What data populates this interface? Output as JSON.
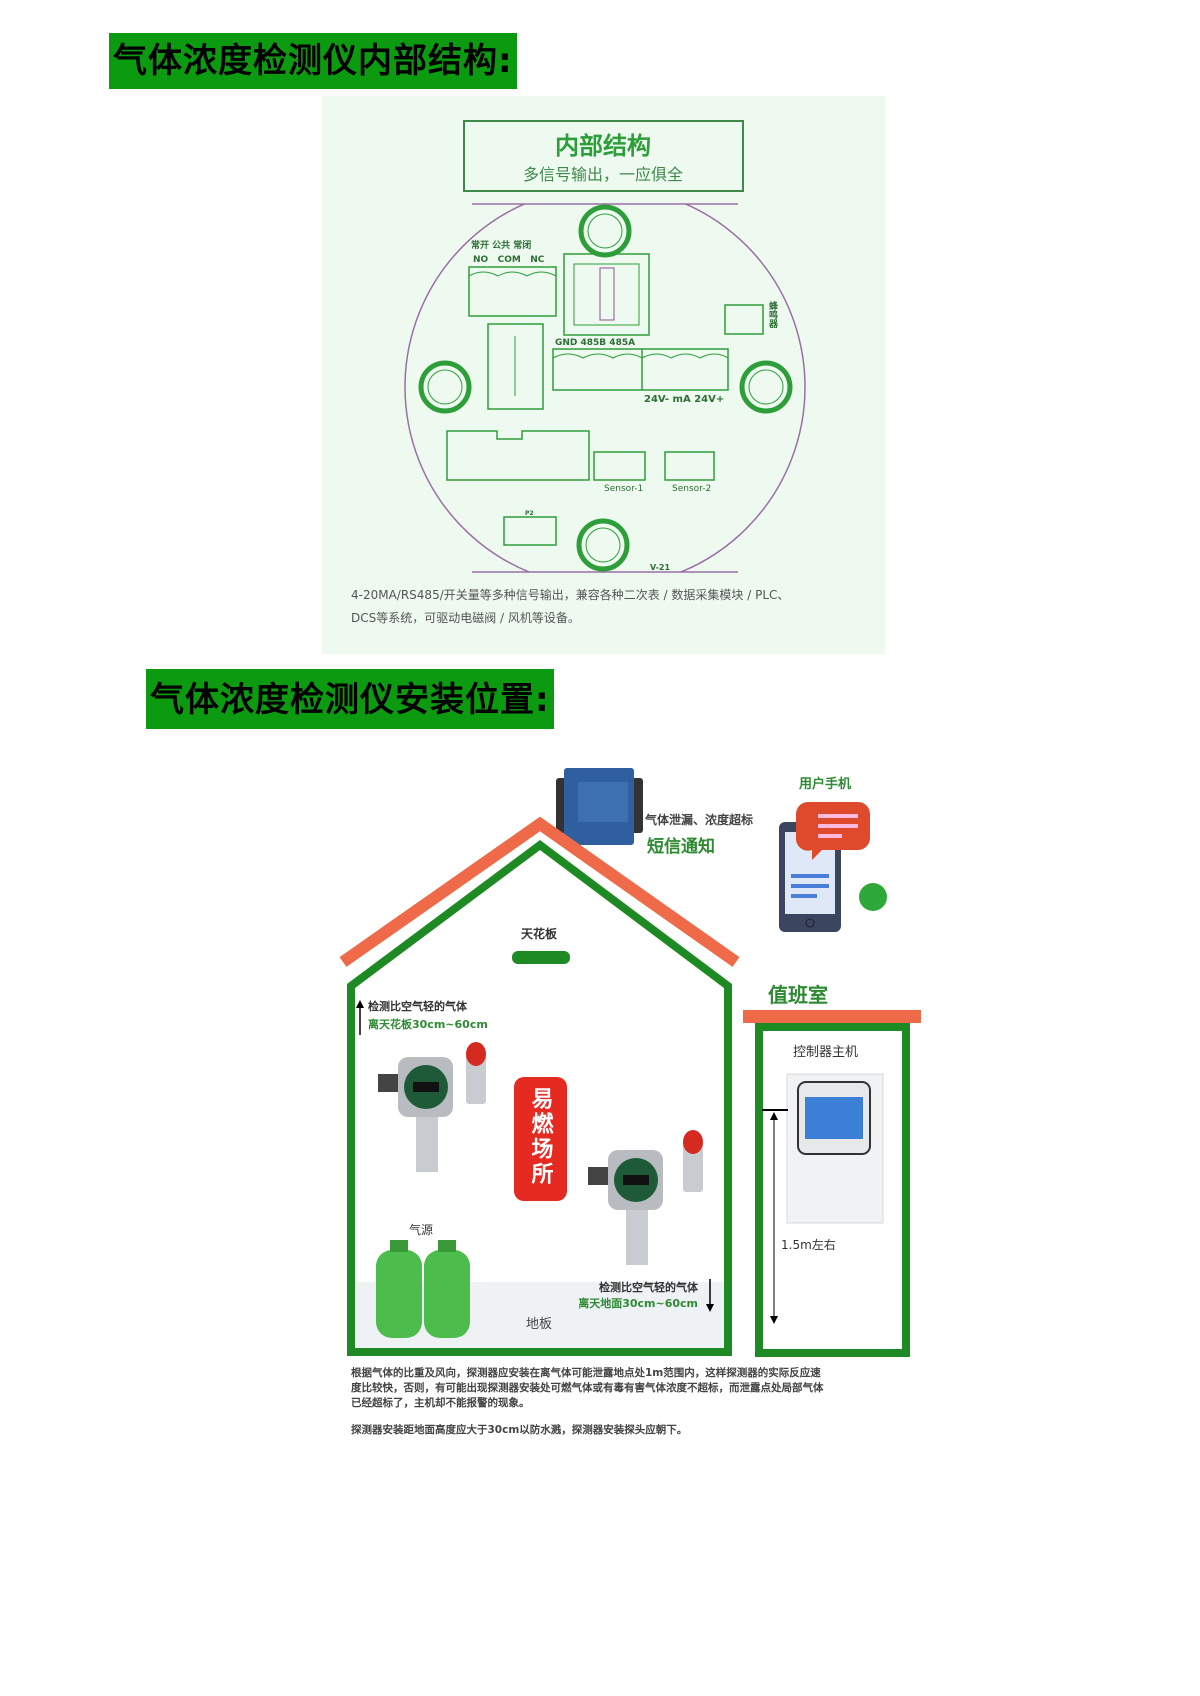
{
  "section1": {
    "heading": "气体浓度检测仪内部结构:",
    "diagram": {
      "title": "内部结构",
      "subtitle": "多信号输出，一应俱全",
      "relay_labels_cn": "常开 公共 常闭",
      "relay_labels_en": "NO   COM   NC",
      "comm_labels": "GND 485B 485A",
      "power_labels": "24V- mA 24V+",
      "buzzer_label": "蜂鸣器",
      "sensor1": "Sensor-1",
      "sensor2": "Sensor-2",
      "p2": "P2",
      "version": "V-21",
      "line_color": "#2e9e3a",
      "circle_color": "#9a6fa6",
      "background": "#eefaf0"
    },
    "caption": [
      "4-20MA/RS485/开关量等多种信号输出，兼容各种二次表 / 数据采集模块 / PLC、",
      "DCS等系统，可驱动电磁阀 / 风机等设备。"
    ]
  },
  "section2": {
    "heading": "气体浓度检测仪安装位置:",
    "diagram": {
      "alert_text": "气体泄漏、浓度超标",
      "sms_text": "短信通知",
      "phone_label": "用户手机",
      "ceiling_label": "天花板",
      "top_note_1": "检测比空气轻的气体",
      "top_note_2": "离天花板30cm~60cm",
      "flammable_sign": "易燃场所",
      "gas_source_label": "气源",
      "bottom_note_1": "检测比空气轻的气体",
      "bottom_note_2": "离天地面30cm~60cm",
      "floor_label": "地板",
      "duty_room_label": "值班室",
      "controller_label": "控制器主机",
      "height_label": "1.5m左右",
      "house_color": "#1e8a23",
      "roof_color": "#ee6a48",
      "sign_color": "#e52a22"
    },
    "notes": [
      "根据气体的比重及风向，探测器应安装在离气体可能泄露地点处1m范围内，这样探测器的实际反应速",
      "度比较快，否则，有可能出现探测器安装处可燃气体或有毒有害气体浓度不超标，而泄露点处局部气体",
      "已经超标了，主机却不能报警的现象。",
      "探测器安装距地面高度应大于30cm以防水溅，探测器安装探头应朝下。"
    ]
  }
}
